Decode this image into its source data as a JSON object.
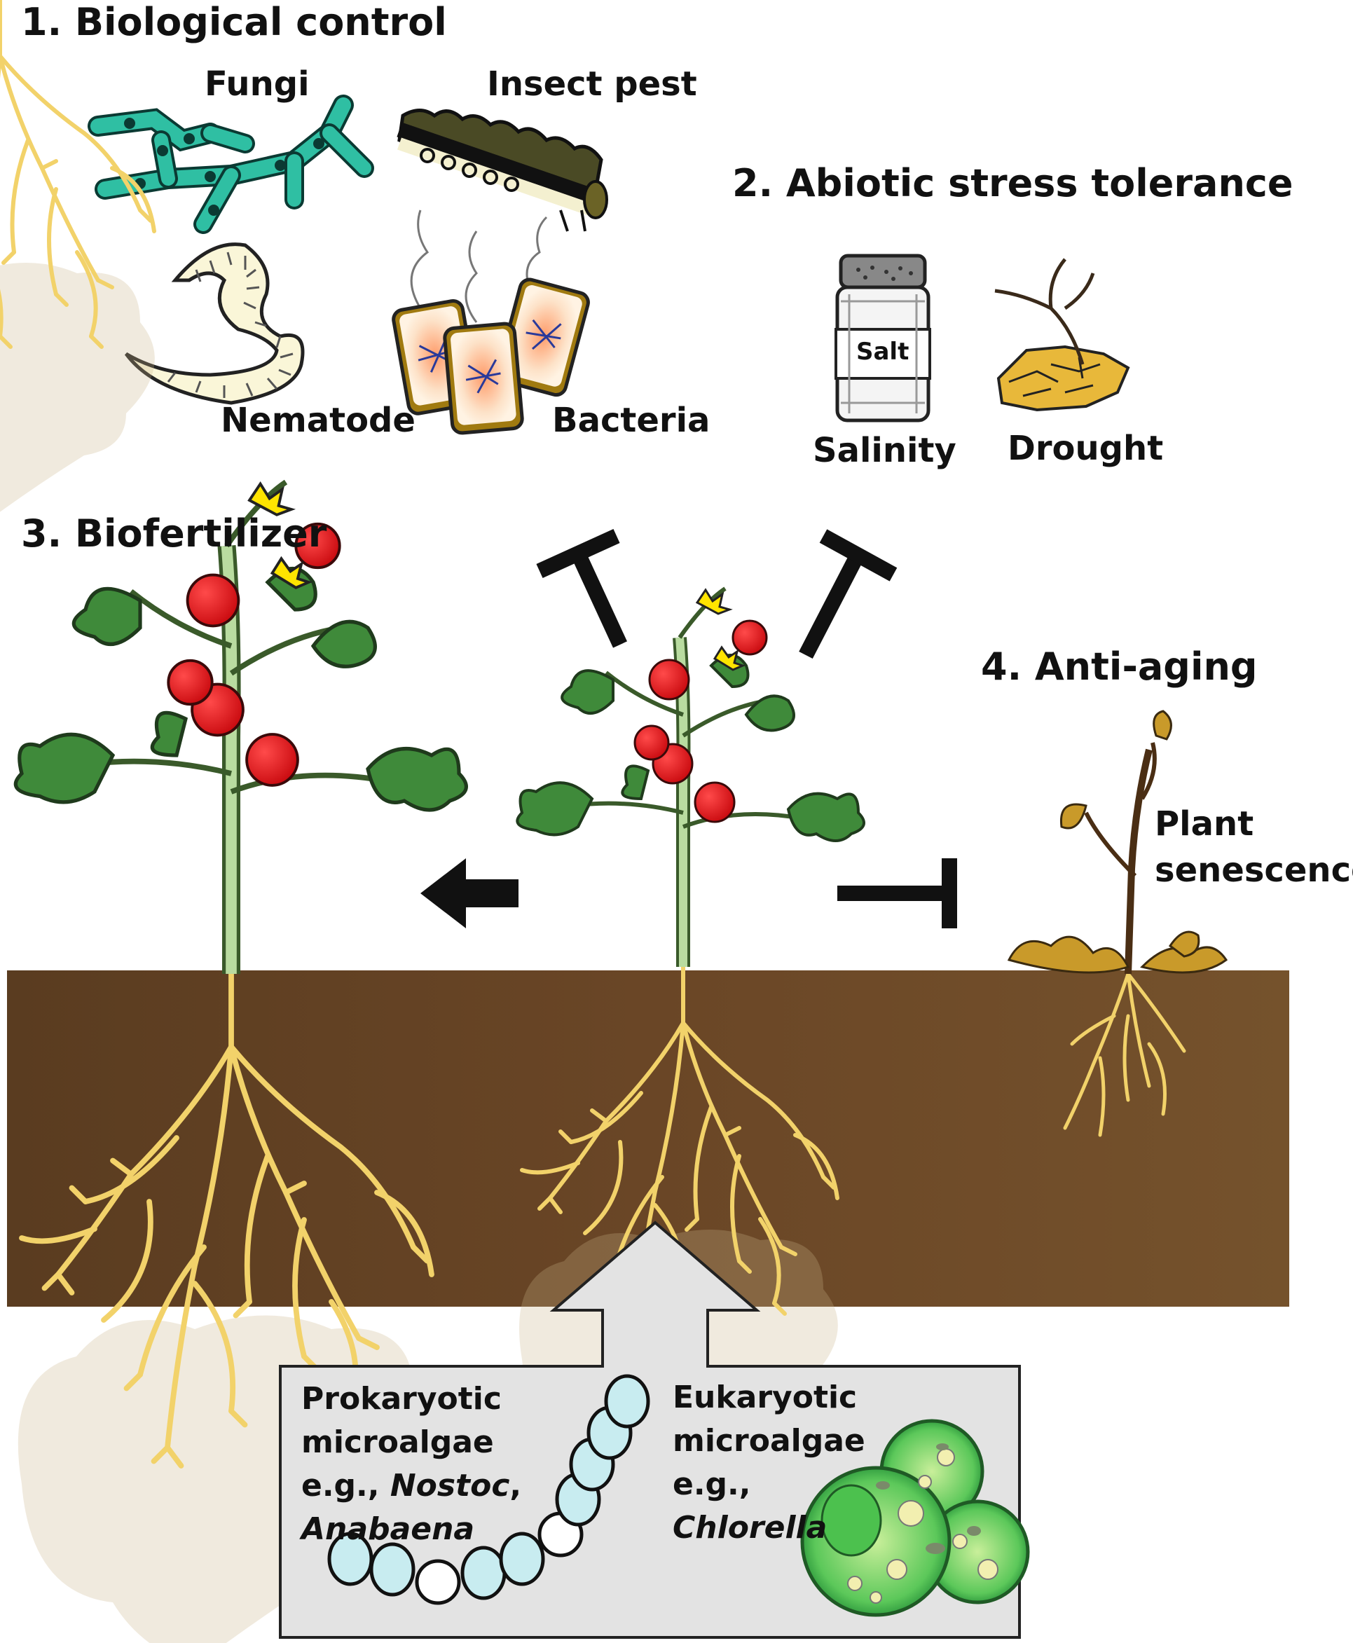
{
  "sections": {
    "biological_control": {
      "title": "1. Biological control",
      "items": {
        "fungi": "Fungi",
        "insect": "Insect pest",
        "nematode": "Nematode",
        "bacteria": "Bacteria"
      }
    },
    "abiotic": {
      "title": "2. Abiotic stress tolerance",
      "jar_label": "Salt",
      "items": {
        "salinity": "Salinity",
        "drought": "Drought"
      }
    },
    "biofertilizer": {
      "title": "3. Biofertilizer"
    },
    "anti_aging": {
      "title": "4. Anti-aging",
      "senescence_line1": "Plant",
      "senescence_line2": "senescence"
    }
  },
  "microalgae": {
    "prokaryotic": {
      "line1": "Prokaryotic",
      "line2": "microalgae",
      "line3": "e.g.,",
      "genus1": "Nostoc",
      "comma": ",",
      "genus2": "Anabaena"
    },
    "eukaryotic": {
      "line1": "Eukaryotic",
      "line2": "microalgae",
      "line3": "e.g.,",
      "genus1": "Chlorella"
    }
  },
  "colors": {
    "soil": "#5e3f22",
    "fungi": "#2fbfa3",
    "tomato": "#e0141a",
    "leaf": "#3f8a3a",
    "root": "#f2d26a",
    "box": "#e3e3e3",
    "chlorella": "#3bb54a"
  }
}
